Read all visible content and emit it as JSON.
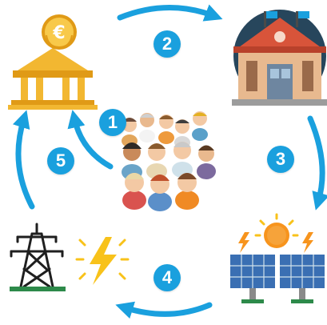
{
  "steps": [
    {
      "number": "1",
      "node": "people-group"
    },
    {
      "number": "2",
      "node": "house"
    },
    {
      "number": "3",
      "node": "solar-panels"
    },
    {
      "number": "4",
      "node": "power-pylon"
    },
    {
      "number": "5",
      "node": "bank"
    }
  ],
  "bank": {
    "currency_symbol": "€"
  },
  "colors": {
    "arrow": "#1aa0de",
    "badge": "#1aa0de",
    "gold": "#f2b731",
    "gold_dark": "#e09a16",
    "roof": "#d8543a",
    "panel": "#3a6fb3",
    "sun": "#f7941d",
    "bolt": "#f8c21a",
    "pylon": "#1f1f1f"
  }
}
